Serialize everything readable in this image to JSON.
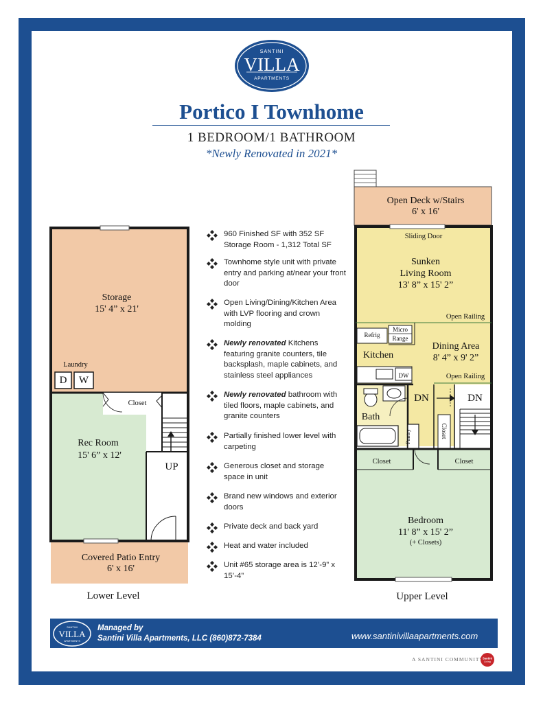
{
  "colors": {
    "frame_blue": "#1d4f91",
    "storage_fill": "#f2c9a7",
    "rec_fill": "#d7ead1",
    "living_fill": "#f4e8a3",
    "deck_fill": "#f2c9a7",
    "bedroom_fill": "#d7ead1",
    "bath_fill": "#f6f0c0"
  },
  "logo": {
    "top": "SANTINI",
    "main": "VILLA",
    "bottom": "APARTMENTS"
  },
  "header": {
    "title": "Portico I Townhome",
    "subtitle": "1 BEDROOM/1 BATHROOM",
    "tagline": "*Newly Renovated in 2021*"
  },
  "features": [
    {
      "emph": "",
      "text": "960 Finished SF with 352 SF Storage Room - 1,312 Total SF"
    },
    {
      "emph": "",
      "text": "Townhome style unit with private entry and parking at/near your front door"
    },
    {
      "emph": "",
      "text": "Open Living/Dining/Kitchen Area with LVP flooring and crown molding"
    },
    {
      "emph": "Newly renovated",
      "text": " Kitchens featuring granite counters, tile backsplash, maple cabinets, and stainless steel appliances"
    },
    {
      "emph": "Newly renovated",
      "text": " bathroom with tiled floors, maple cabinets, and granite counters"
    },
    {
      "emph": "",
      "text": "Partially finished lower level with carpeting"
    },
    {
      "emph": "",
      "text": "Generous closet and storage space in unit"
    },
    {
      "emph": "",
      "text": "Brand new windows and exterior doors"
    },
    {
      "emph": "",
      "text": "Private deck and back yard"
    },
    {
      "emph": "",
      "text": "Heat and water included"
    },
    {
      "emph": "",
      "text": "Unit #65 storage area is 12’-9” x 15’-4”"
    }
  ],
  "lower_level": {
    "caption": "Lower Level",
    "storage": {
      "name": "Storage",
      "dims": "15' 4” x 21'"
    },
    "laundry": {
      "name": "Laundry",
      "d": "D",
      "w": "W"
    },
    "closet": "Closet",
    "rec_room": {
      "name": "Rec Room",
      "dims": "15' 6” x 12'"
    },
    "up": "UP",
    "patio": {
      "name": "Covered Patio Entry",
      "dims": "6' x 16'"
    }
  },
  "upper_level": {
    "caption": "Upper Level",
    "deck": {
      "name": "Open Deck w/Stairs",
      "dims": "6' x 16'"
    },
    "sliding_door": "Sliding Door",
    "living": {
      "name1": "Sunken",
      "name2": "Living Room",
      "dims": "13' 8” x 15' 2”"
    },
    "open_railing_1": "Open Railing",
    "refrig": "Refrig",
    "micro": "Micro",
    "range": "Range",
    "kitchen": "Kitchen",
    "dining": {
      "name": "Dining Area",
      "dims": "8' 4” x 9' 2”"
    },
    "dw": "DW",
    "open_railing_2": "Open Railing",
    "dn_left": "DN",
    "dn_right": "DN",
    "bath": "Bath",
    "pantry": "Pantry",
    "closet_v": "Closet",
    "closet_left": "Closet",
    "closet_right": "Closet",
    "bedroom": {
      "name": "Bedroom",
      "dims": "11' 8” x 15' 2”",
      "note": "(+ Closets)"
    }
  },
  "footer": {
    "managed_by": "Managed by",
    "company": "Santini Villa Apartments, LLC (860)872-7384",
    "url": "www.santinivillaapartments.com",
    "community": "A SANTINI COMMUNITY",
    "badge": "Santini Living"
  }
}
